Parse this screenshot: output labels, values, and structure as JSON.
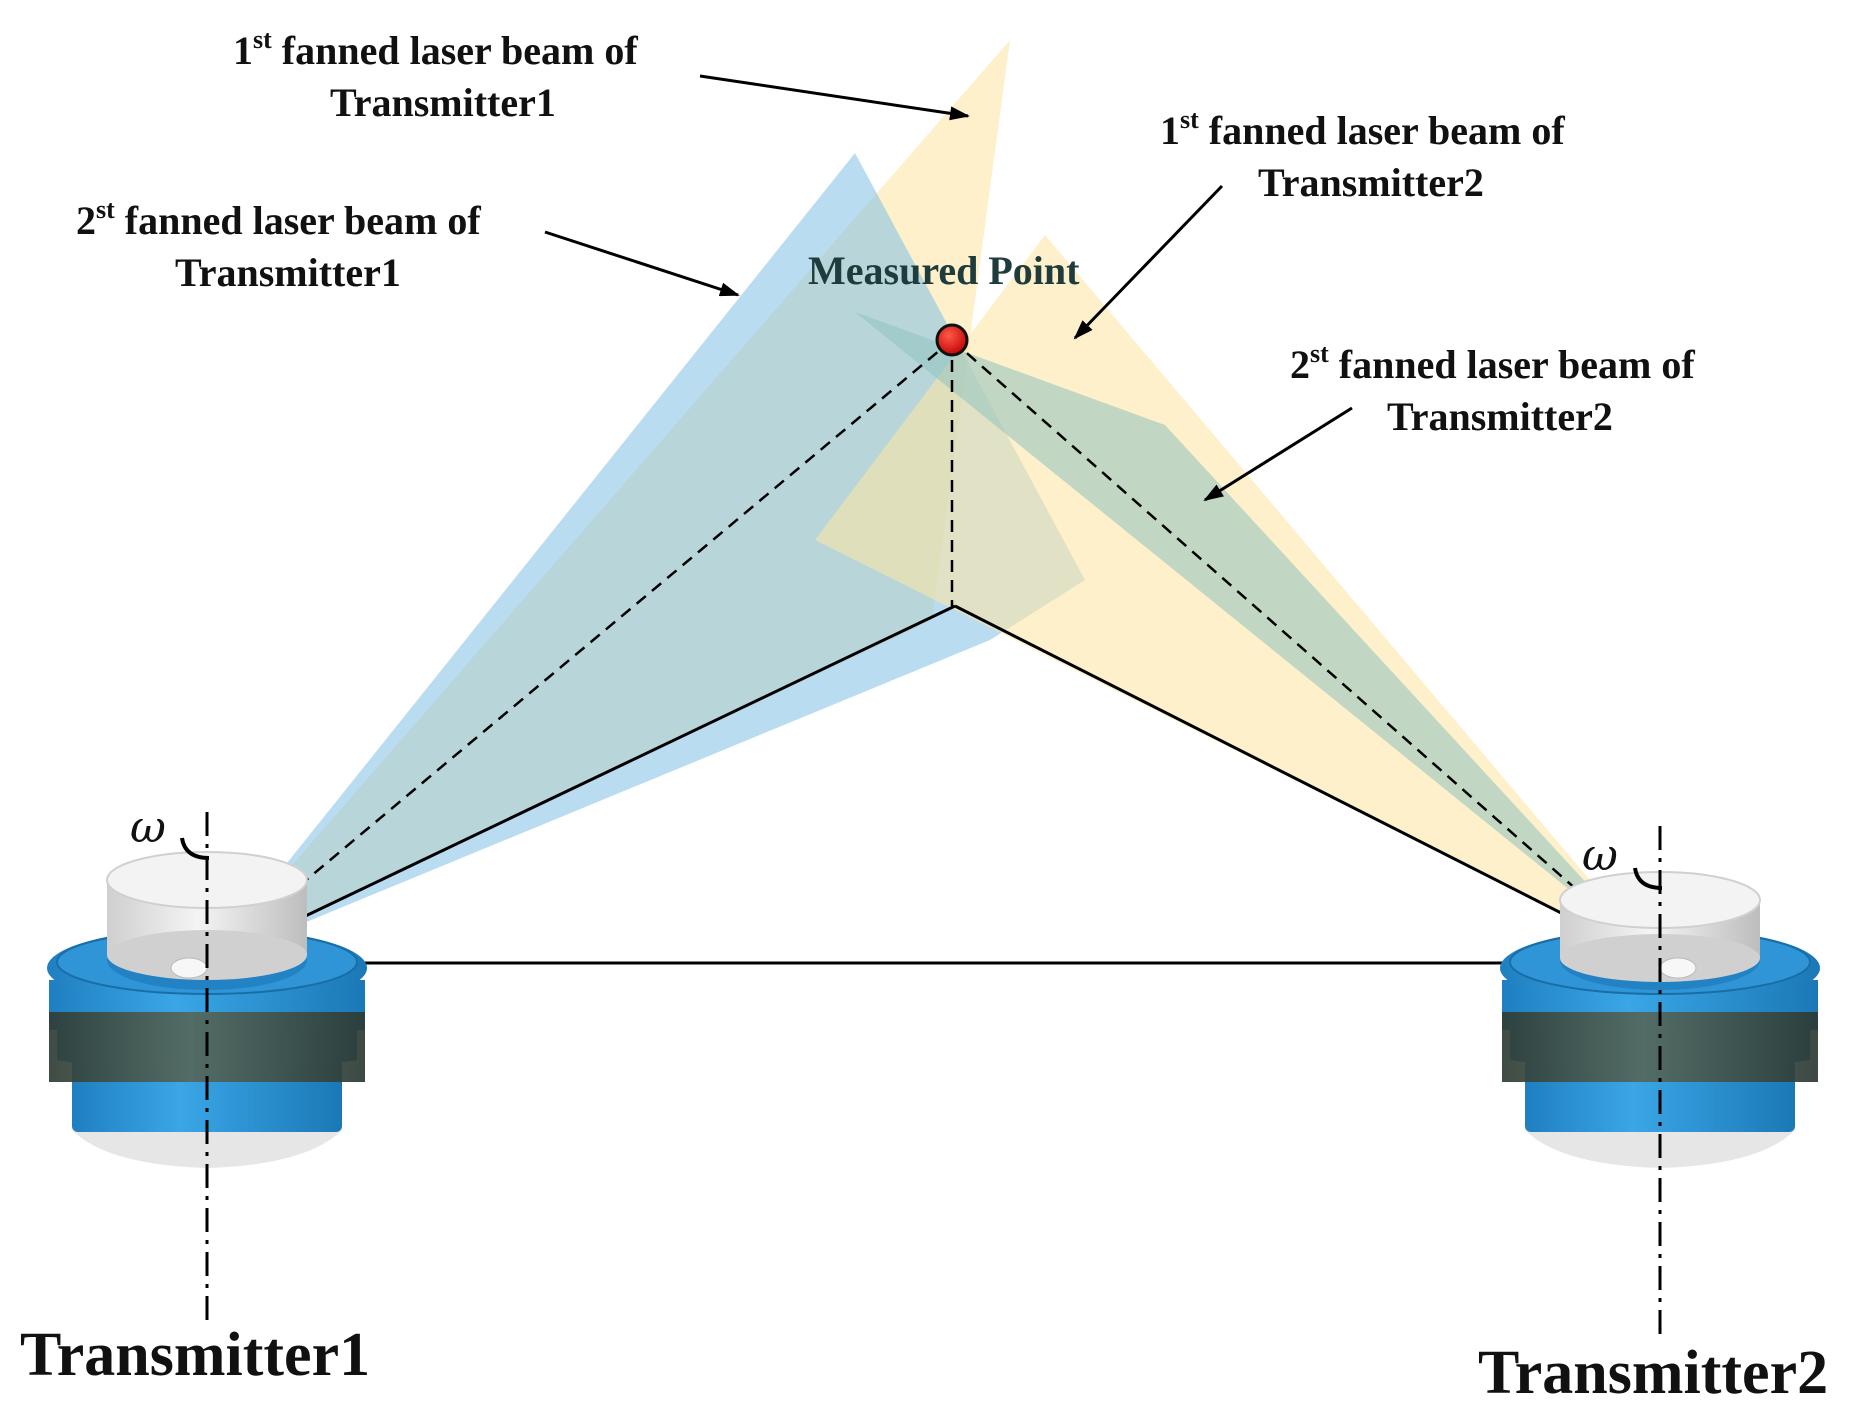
{
  "colors": {
    "beam_yellow": "#fbe9b4",
    "beam_blue": "#8cc7e8",
    "overlap_teal": "#a8cfc4",
    "device_blue": "#2a97d8",
    "device_dark": "#3f4f45",
    "device_cap": "#e7e7e7",
    "point_red": "#e01010"
  },
  "labels": {
    "beam1_t1": {
      "line1_pre": "1",
      "line1_sup": "st",
      "line1_post": " fanned laser beam of",
      "line2": "Transmitter1"
    },
    "beam2_t1": {
      "line1_pre": "2",
      "line1_sup": "st",
      "line1_post": " fanned laser beam of",
      "line2": "Transmitter1"
    },
    "beam1_t2": {
      "line1_pre": "1",
      "line1_sup": "st",
      "line1_post": " fanned laser beam of",
      "line2": "Transmitter2"
    },
    "beam2_t2": {
      "line1_pre": "2",
      "line1_sup": "st",
      "line1_post": " fanned laser beam of",
      "line2": "Transmitter2"
    },
    "measured_point": "Measured Point",
    "transmitter1": "Transmitter1",
    "transmitter2": "Transmitter2",
    "omega": "ω"
  },
  "icons": {
    "transmitter": "laser-transmitter-icon",
    "point": "measured-point-dot-icon"
  }
}
